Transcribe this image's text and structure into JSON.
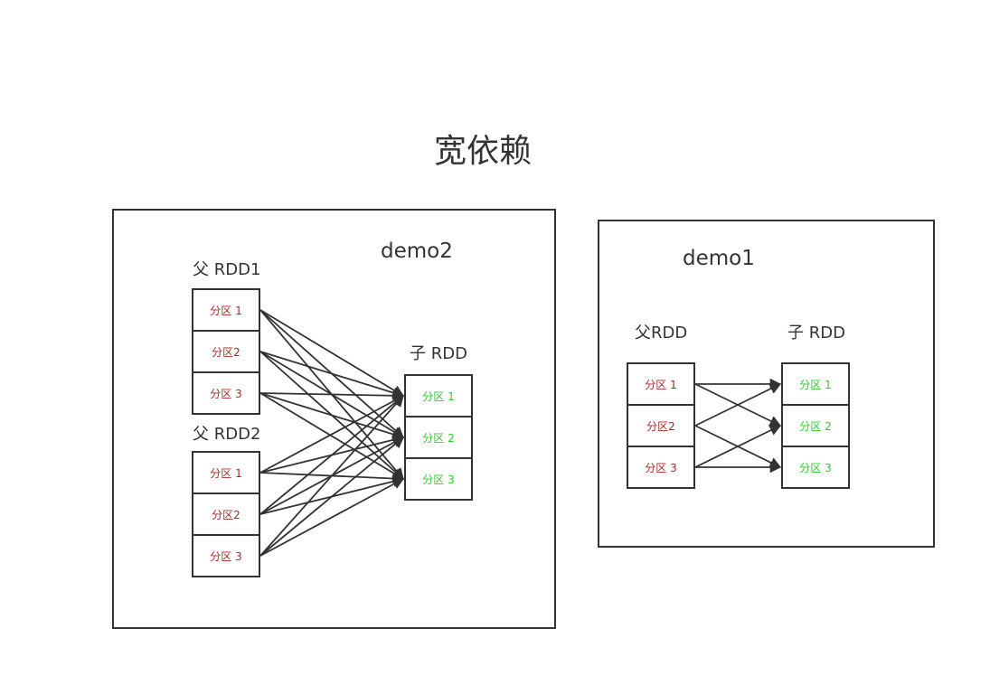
{
  "title": "宽依赖",
  "demo2": {
    "name": "demo2",
    "parent1_label": "父 RDD1",
    "parent2_label": "父 RDD2",
    "child_label": "子 RDD",
    "parent1_partitions": [
      "分区 1",
      "分区2",
      "分区 3"
    ],
    "parent2_partitions": [
      "分区 1",
      "分区2",
      "分区 3"
    ],
    "child_partitions": [
      "分区 1",
      "分区 2",
      "分区 3"
    ]
  },
  "demo1": {
    "name": "demo1",
    "parent_label": "父RDD",
    "child_label": "子 RDD",
    "parent_partitions": [
      "分区 1",
      "分区2",
      "分区 3"
    ],
    "child_partitions": [
      "分区 1",
      "分区 2",
      "分区 3"
    ]
  },
  "colors": {
    "parent_text": "#a52a2a",
    "child_text": "#2ecc2e",
    "stroke": "#333333"
  }
}
